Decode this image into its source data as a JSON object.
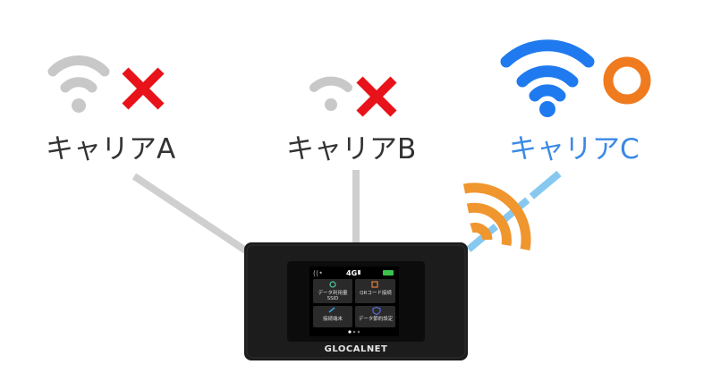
{
  "carriers": [
    {
      "label": "キャリアA",
      "status": "unavailable",
      "status_mark": "cross",
      "signal_color": "#c8c8c8",
      "label_color": "#333333"
    },
    {
      "label": "キャリアB",
      "status": "unavailable",
      "status_mark": "cross",
      "signal_color": "#c8c8c8",
      "label_color": "#333333"
    },
    {
      "label": "キャリアC",
      "status": "available",
      "status_mark": "circle",
      "signal_color": "#1f7af0",
      "label_color": "#3a8ae6"
    }
  ],
  "colors": {
    "cross": "#e8131a",
    "circle": "#f07a1e",
    "unused_link": "#cfcfcf",
    "active_link": "#86c8f0",
    "router_broadcast": "#f0962e",
    "device_body": "#1c1c1c"
  },
  "device": {
    "brand": "GLOCALNET",
    "status_bar": {
      "network": "4G",
      "battery": "full"
    },
    "menu_tiles": [
      {
        "label": "データ利用量\nSSID",
        "icon": "droplet-icon"
      },
      {
        "label": "QRコード接続",
        "icon": "qr-icon"
      },
      {
        "label": "接続端末",
        "icon": "link-icon"
      },
      {
        "label": "データ節約設定",
        "icon": "shield-icon"
      }
    ],
    "page_indicator": {
      "pages": 3,
      "current": 1
    }
  }
}
